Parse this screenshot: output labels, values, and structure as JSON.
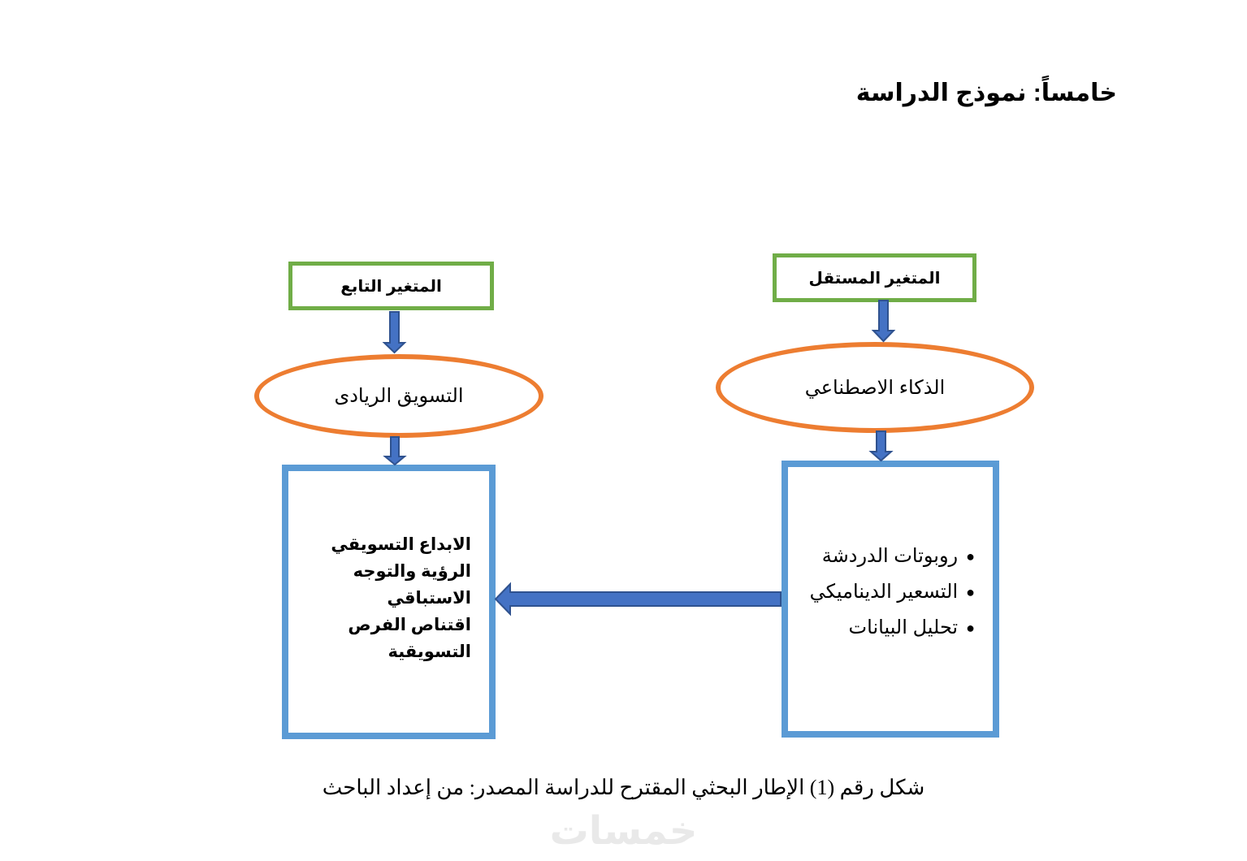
{
  "heading": "خامساً: نموذج الدراسة",
  "independent": {
    "header": "المتغير المستقل",
    "concept": "الذكاء الاصطناعي",
    "bullet_symbol": "●",
    "items": [
      "روبوتات الدردشة",
      "التسعير الديناميكي",
      "تحليل البيانات"
    ]
  },
  "dependent": {
    "header": "المتغير التابع",
    "concept": "التسويق الريادى",
    "lines": [
      "الابداع التسويقي",
      "الرؤية والتوجه",
      "الاستباقي",
      "اقتناص الفرص",
      "التسويقية"
    ]
  },
  "caption": "شكل رقم (1) الإطار البحثي المقترح للدراسة المصدر: من إعداد الباحث",
  "watermark": "خمسات",
  "colors": {
    "header_border": "#70ad47",
    "ellipse_border": "#ed7d31",
    "box_border": "#5b9bd5",
    "arrow_fill": "#4472c4",
    "arrow_stroke": "#2f528f"
  }
}
